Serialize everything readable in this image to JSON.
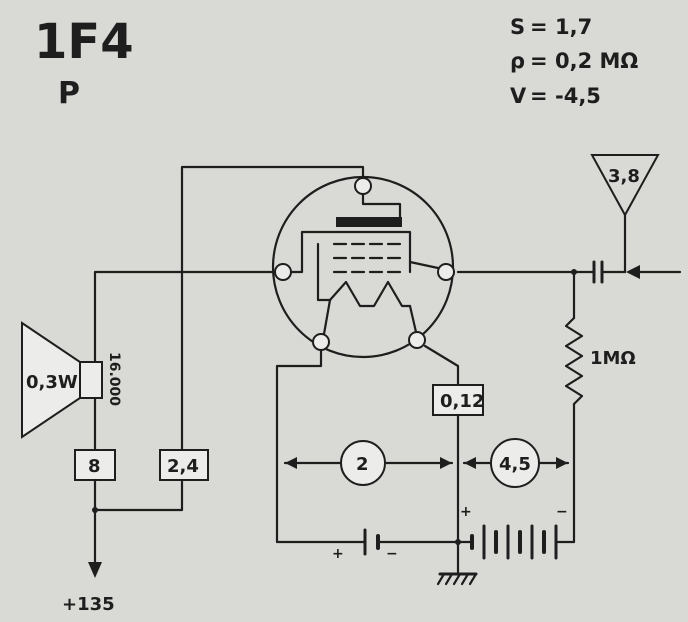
{
  "tube": {
    "type": "1F4",
    "class": "P"
  },
  "parameters": [
    {
      "symbol": "S",
      "sep": "=",
      "value": "1,7"
    },
    {
      "symbol": "ρ",
      "sep": "=",
      "value": "0,2 MΩ"
    },
    {
      "symbol": "V",
      "sep": "=",
      "value": "-4,5"
    }
  ],
  "components": {
    "input_triangle": "3,8",
    "resistor": "1MΩ",
    "speaker_power": "0,3W",
    "transformer_ratio": "16.000",
    "box_8": "8",
    "box_24": "2,4",
    "box_012": "0,12",
    "circle_2": "2",
    "circle_45": "4,5",
    "supply": "+135"
  },
  "polarity": {
    "plus": "+",
    "minus": "−"
  },
  "colors": {
    "paper": "#d9d9d5",
    "ink": "#1e1e1e"
  }
}
